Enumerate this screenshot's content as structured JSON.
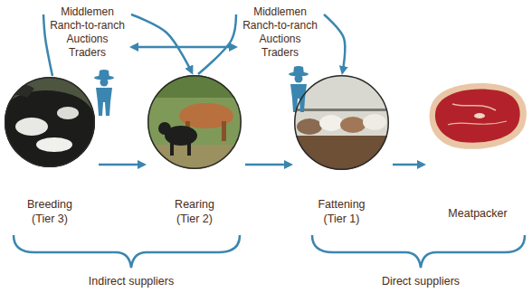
{
  "diagram": {
    "nodes": [
      {
        "text": [
          "Middlemen Ranch-to-ranch Auctions Traders"
        ]
      },
      {
        "text": [
          "Middlemen Ranch-to-ranch Auctions Traders"
        ]
      },
      {
        "text": [
          "Breeding (Tier 3)"
        ]
      },
      {
        "text": [
          "Rearing (Tier 2)"
        ]
      },
      {
        "text": [
          "Fattening (Tier 1)"
        ]
      },
      {
        "text": [
          "Meatpacker"
        ]
      }
    ],
    "edges": [
      {
        "from": 2,
        "to": 0,
        "arrow": "none"
      },
      {
        "from": 0,
        "to": 3,
        "arrow": "to"
      },
      {
        "from": 0,
        "to": 1,
        "arrow": "both"
      },
      {
        "from": 3,
        "to": 1,
        "arrow": "none"
      },
      {
        "from": 1,
        "to": 4,
        "arrow": "to"
      },
      {
        "from": 2,
        "to": 3,
        "arrow": "to"
      },
      {
        "from": 3,
        "to": 4,
        "arrow": "to"
      },
      {
        "from": 4,
        "to": 5,
        "arrow": "to"
      }
    ],
    "labels": [
      "Indirect suppliers",
      "Direct suppliers"
    ]
  }
}
